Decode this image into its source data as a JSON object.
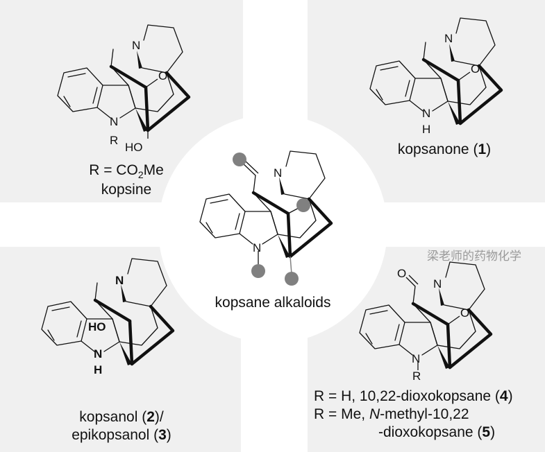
{
  "colors": {
    "panel": "#f0f0f0",
    "dot": "#808080",
    "ink": "#111111"
  },
  "kopsine": {
    "r_label": "R = CO",
    "r_sub": "2",
    "r_tail": "Me",
    "name": "kopsine",
    "atoms": {
      "n": "N",
      "r": "R",
      "o": "O",
      "ho": "HO"
    }
  },
  "kopsanone": {
    "name": "kopsanone (",
    "num": "1",
    "close": ")",
    "atoms": {
      "n": "N",
      "nh": "N",
      "h": "H",
      "o": "O"
    }
  },
  "center": {
    "name": "kopsane alkaloids",
    "atoms": {
      "n1": "N",
      "n2": "N"
    }
  },
  "kopsanol": {
    "line1_a": "kopsanol (",
    "num1": "2",
    "line1_b": ")/",
    "line2_a": "epikopsanol (",
    "num2": "3",
    "line2_b": ")",
    "atoms": {
      "n": "N",
      "nh": "N",
      "h": "H",
      "ho": "HO"
    }
  },
  "dioxo": {
    "line1_a": "R = H, 10,22-dioxokopsane (",
    "num1": "4",
    "line1_b": ")",
    "line2_a": "R = Me, ",
    "line2_it": "N",
    "line2_b": "-methyl-10,22",
    "line3_a": "-dioxokopsane (",
    "num2": "5",
    "line3_b": ")",
    "atoms": {
      "o1": "O",
      "n": "N",
      "o2": "O",
      "nr": "N",
      "r": "R"
    }
  },
  "watermark": "梁老师的药物化学"
}
